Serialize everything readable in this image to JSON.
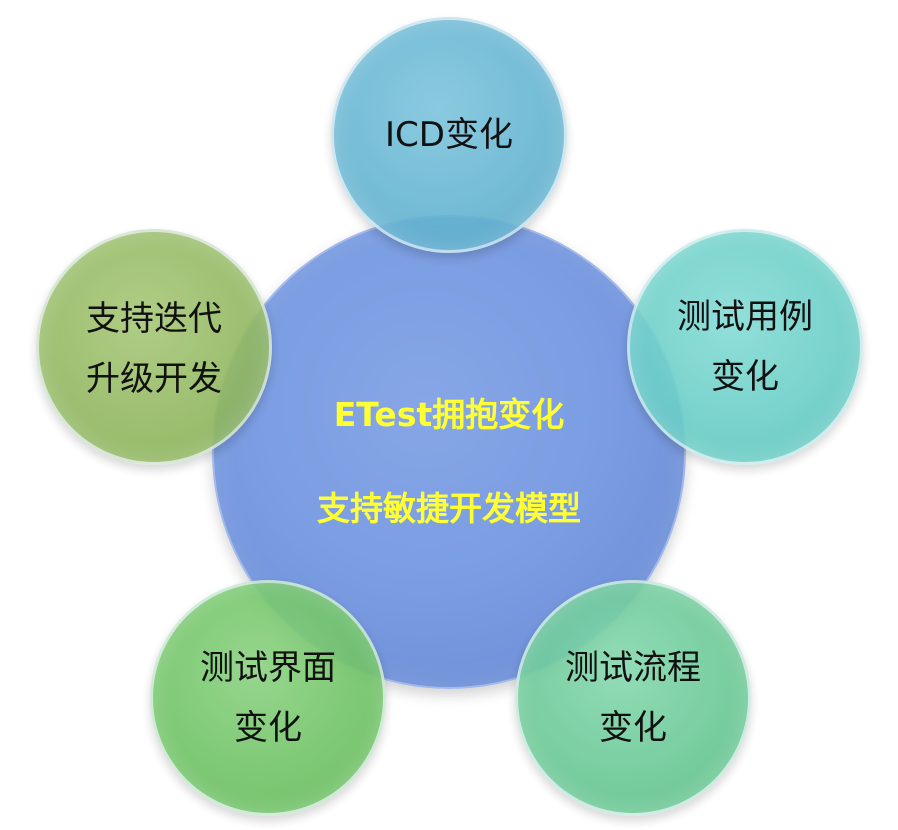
{
  "center": {
    "line1": "ETest拥抱变化",
    "line2": "支持敏捷开发模型"
  },
  "nodes": {
    "top": {
      "line1": "ICD变化"
    },
    "right": {
      "line1": "测试用例",
      "line2": "变化"
    },
    "bottom_right": {
      "line1": "测试流程",
      "line2": "变化"
    },
    "bottom_left": {
      "line1": "测试界面",
      "line2": "变化"
    },
    "left": {
      "line1": "支持迭代",
      "line2": "升级开发"
    }
  },
  "colors": {
    "center_fill": "#7b9de2",
    "center_text": "#ffff33",
    "top_fill": "#66b5d2",
    "right_fill": "#6ccfc8",
    "bottom_right_fill": "#6bc996",
    "bottom_left_fill": "#70c466",
    "left_fill": "#93b962",
    "node_text": "#111111"
  }
}
